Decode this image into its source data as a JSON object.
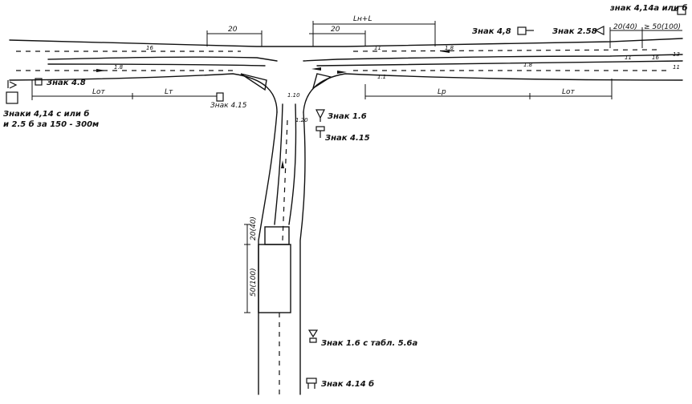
{
  "signs": {
    "sign_4_14_top": "знак 4,14а или б",
    "sign_4_8_top": "Знак 4,8",
    "sign_2_5_8": "Знак 2.58",
    "sign_4_8_left": "Знак 4.8",
    "signs_left_line1": "Знаки 4,14 с или б",
    "signs_left_line2": "и 2.5 б за 150 - 300м",
    "sign_4_15_left": "Знак 4.15",
    "sign_1_6": "Знак 1.6",
    "sign_4_15_right": "Знак 4.15",
    "sign_1_6_table": "Знак 1.6 с табл. 5.6а",
    "sign_4_14_bottom": "Знак 4.14 б"
  },
  "dimensions": {
    "d20_top": "20",
    "d20_mid": "20",
    "ln_l": "Lн+L",
    "d20_40": "20(40)",
    "d50_100": "≥ 50(100)",
    "l_ot_left": "Lот",
    "l_t": "Lт",
    "l_p": "Lp",
    "l_ot_right": "Lот",
    "d20_40_vert": "20(40)",
    "d50_100_vert": "50(100)"
  },
  "marking_numbers": {
    "m16_left": "16",
    "m11_top": "11",
    "m18_top": "1.8",
    "m16_right": "16",
    "m13_right": "13",
    "m18_left": "1.8",
    "m11_mid": "1.1",
    "m18_mid": "1.8",
    "m11_right": "11",
    "m11_far_right": "11",
    "m1_10": "1.10",
    "m1_20": "1.20"
  }
}
